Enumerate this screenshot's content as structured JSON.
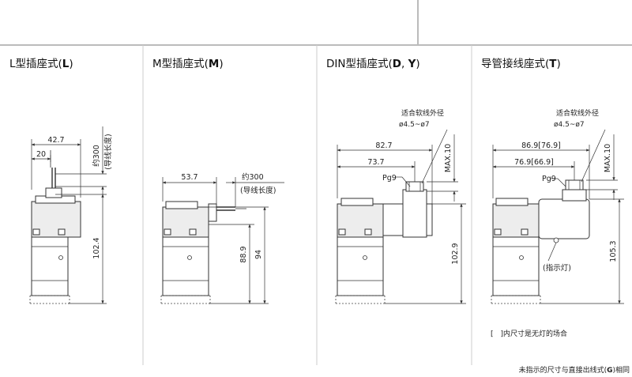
{
  "panels": [
    {
      "title_prefix": "L型插座式(",
      "title_bold": "L",
      "title_suffix": ")",
      "dims": {
        "d1": "42.7",
        "d2": "20",
        "wire": "约300",
        "wire_note": "(导线长度)",
        "h": "102.4"
      }
    },
    {
      "title_prefix": "M型插座式(",
      "title_bold": "M",
      "title_suffix": ")",
      "dims": {
        "d1": "53.7",
        "wire": "约300",
        "wire_note": "(导线长度)",
        "h1": "88.9",
        "h2": "94"
      }
    },
    {
      "title_prefix": "DIN型插座式(",
      "title_bold": "D",
      "title_mid": ", ",
      "title_bold2": "Y",
      "title_suffix": ")",
      "dims": {
        "cable_label": "适合软线外径",
        "cable_dia": "ø4.5~ø7",
        "d1": "82.7",
        "d2": "73.7",
        "max": "MAX.10",
        "pg": "Pg9",
        "h": "102.9"
      }
    },
    {
      "title_prefix": "导管接线座式(",
      "title_bold": "T",
      "title_suffix": ")",
      "dims": {
        "cable_label": "适合软线外径",
        "cable_dia": "ø4.5~ø7",
        "d1": "86.9[76.9]",
        "d2": "76.9[66.9]",
        "max": "MAX.10",
        "pg": "Pg9",
        "h": "105.3",
        "lamp": "(指示灯)"
      }
    }
  ],
  "notes": {
    "bracket": "[　]内尺寸是无灯的场合",
    "footer_prefix": "未指示的尺寸与直接出线式(",
    "footer_bold": "G",
    "footer_suffix": ")相同"
  }
}
